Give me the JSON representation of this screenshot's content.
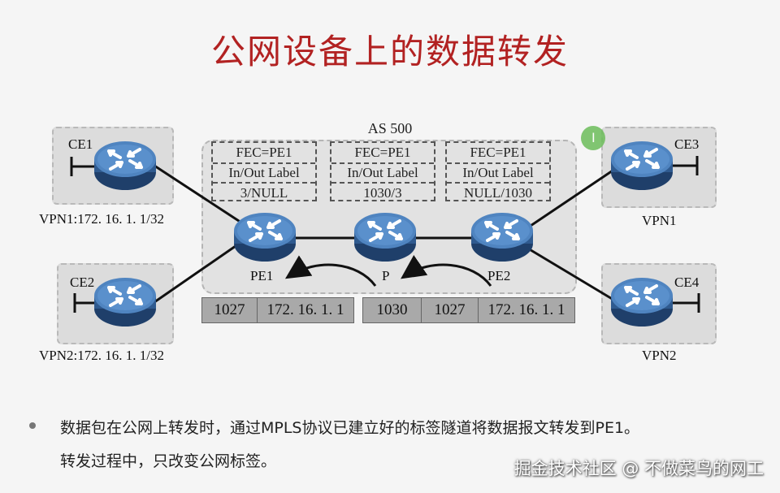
{
  "title": "公网设备上的数据转发",
  "as_label": "AS 500",
  "devices": {
    "ce1": "CE1",
    "ce2": "CE2",
    "ce3": "CE3",
    "ce4": "CE4",
    "pe1": "PE1",
    "p": "P",
    "pe2": "PE2"
  },
  "site_labels": {
    "ce1": "VPN1:172. 16. 1. 1/32",
    "ce2": "VPN2:172. 16. 1. 1/32",
    "ce3": "VPN1",
    "ce4": "VPN2"
  },
  "fec_tables": [
    {
      "fec": "FEC=PE1",
      "header": "In/Out Label",
      "value": "3/NULL"
    },
    {
      "fec": "FEC=PE1",
      "header": "In/Out Label",
      "value": "1030/3"
    },
    {
      "fec": "FEC=PE1",
      "header": "In/Out Label",
      "value": "NULL/1030"
    }
  ],
  "packets": [
    {
      "cells": [
        "1027",
        "172. 16. 1. 1"
      ]
    },
    {
      "cells": [
        "1030",
        "1027",
        "172. 16. 1. 1"
      ]
    }
  ],
  "body_text": {
    "line1": "数据包在公网上转发时，通过MPLS协议已建立好的标签隧道将数据报文转发到PE1。",
    "line2": "转发过程中，只改变公网标签。"
  },
  "watermark": "掘金技术社区 @ 不做菜鸟的网工",
  "cursor_glyph": "I",
  "colors": {
    "title": "#b22222",
    "router_body": "#2f5a8f",
    "router_top": "#4f84c0",
    "packet_cell": "#a9a9a9"
  }
}
